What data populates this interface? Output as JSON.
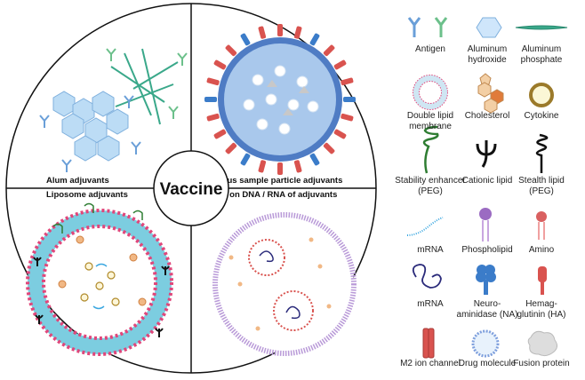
{
  "center_label": "Vaccine",
  "quadrants": [
    {
      "label": "Alum adjuvants"
    },
    {
      "label": "Virus sample particle adjuvants"
    },
    {
      "label": "Liposome adjuvants"
    },
    {
      "label": "Based on DNA / RNA of adjuvants"
    }
  ],
  "legend": [
    {
      "icon": "antigen-icon",
      "label": [
        "Antigen"
      ]
    },
    {
      "icon": "aluminum-hydroxide-icon",
      "label": [
        "Aluminum",
        "hydroxide"
      ]
    },
    {
      "icon": "aluminum-phosphate-icon",
      "label": [
        "Aluminum",
        "phosphate"
      ]
    },
    {
      "icon": "double-lipid-membrane-icon",
      "label": [
        "Double lipid",
        "membrane"
      ]
    },
    {
      "icon": "cholesterol-icon",
      "label": [
        "Cholesterol"
      ]
    },
    {
      "icon": "cytokine-icon",
      "label": [
        "Cytokine"
      ]
    },
    {
      "icon": "stability-enhancer-icon",
      "label": [
        "Stability enhancer",
        "(PEG)"
      ]
    },
    {
      "icon": "cationic-lipid-icon",
      "label": [
        "Cationic lipid"
      ]
    },
    {
      "icon": "stealth-lipid-icon",
      "label": [
        "Stealth lipid",
        "(PEG)"
      ]
    },
    {
      "icon": "mrna-strand-icon",
      "label": [
        "mRNA"
      ]
    },
    {
      "icon": "phospholipid-icon",
      "label": [
        "Phospholipid"
      ]
    },
    {
      "icon": "amino-icon",
      "label": [
        "Amino"
      ]
    },
    {
      "icon": "mrna-coil-icon",
      "label": [
        "mRNA"
      ]
    },
    {
      "icon": "neuraminidase-icon",
      "label": [
        "Neuro-",
        "aminidase (NA)"
      ]
    },
    {
      "icon": "hemagglutinin-icon",
      "label": [
        "Hemag-",
        "glutinin (HA)"
      ]
    },
    {
      "icon": "m2-ion-channel-icon",
      "label": [
        "M2 ion channel"
      ]
    },
    {
      "icon": "drug-molecule-icon",
      "label": [
        "Drug molecule"
      ]
    },
    {
      "icon": "fusion-protein-icon",
      "label": [
        "Fusion protein"
      ]
    }
  ],
  "colors": {
    "antigen_blue": "#6a9fd8",
    "antigen_green": "#6cc08b",
    "virus_shell": "#4f7cc4",
    "ha_red": "#d9534f",
    "membrane_pink": "#e0467a",
    "lipid_purple": "#9b6bc2"
  }
}
